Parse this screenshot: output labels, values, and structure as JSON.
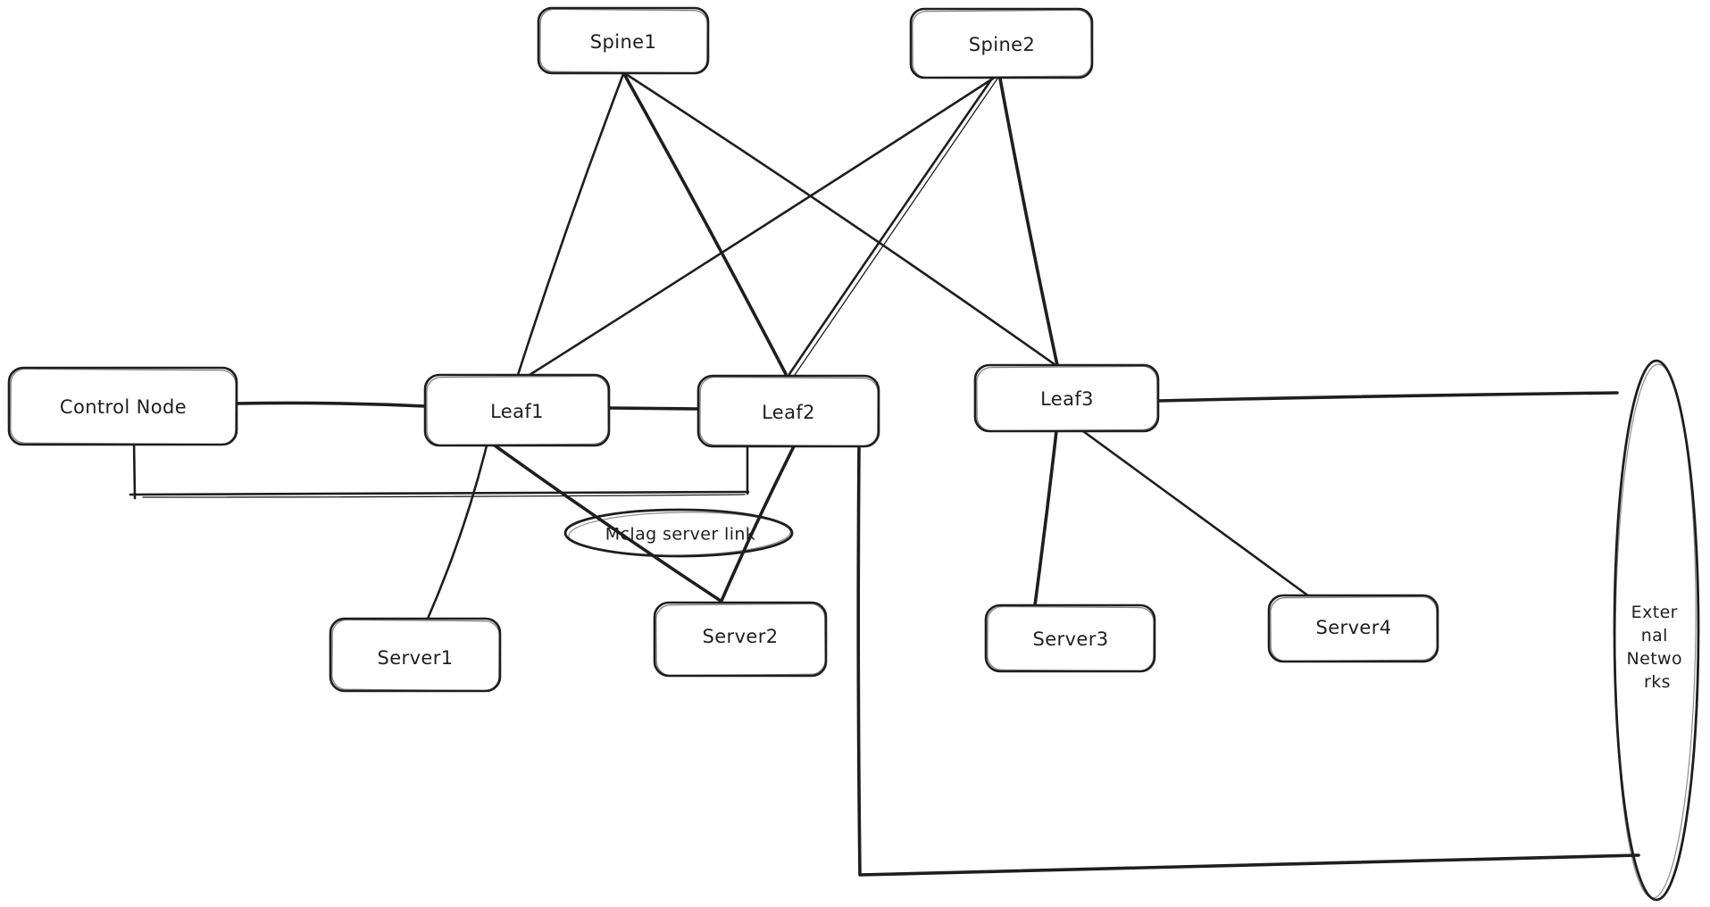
{
  "diagram": {
    "background_color": "#ffffff",
    "stroke_color": "#1e1e1e",
    "nodes": {
      "spine1": {
        "label": "Spine1",
        "shape": "rounded-rectangle"
      },
      "spine2": {
        "label": "Spine2",
        "shape": "rounded-rectangle"
      },
      "control_node": {
        "label": "Control Node",
        "shape": "rounded-rectangle"
      },
      "leaf1": {
        "label": "Leaf1",
        "shape": "rounded-rectangle"
      },
      "leaf2": {
        "label": "Leaf2",
        "shape": "rounded-rectangle"
      },
      "leaf3": {
        "label": "Leaf3",
        "shape": "rounded-rectangle"
      },
      "server1": {
        "label": "Server1",
        "shape": "rounded-rectangle"
      },
      "server2": {
        "label": "Server2",
        "shape": "rounded-rectangle"
      },
      "server3": {
        "label": "Server3",
        "shape": "rounded-rectangle"
      },
      "server4": {
        "label": "Server4",
        "shape": "rounded-rectangle"
      },
      "mclag": {
        "label": "Mclag server link",
        "shape": "ellipse"
      },
      "external": {
        "label": "External Networks",
        "shape": "ellipse",
        "lines": [
          "Exter",
          "nal",
          "Netwo",
          "rks"
        ]
      }
    },
    "edges": [
      {
        "from": "Spine1",
        "to": "Leaf1",
        "style": "straight"
      },
      {
        "from": "Spine1",
        "to": "Leaf2",
        "style": "straight"
      },
      {
        "from": "Spine1",
        "to": "Leaf3",
        "style": "straight"
      },
      {
        "from": "Spine2",
        "to": "Leaf1",
        "style": "straight"
      },
      {
        "from": "Spine2",
        "to": "Leaf2",
        "style": "straight-double-stroke"
      },
      {
        "from": "Spine2",
        "to": "Leaf3",
        "style": "straight"
      },
      {
        "from": "Control Node",
        "to": "Leaf1",
        "style": "straight-horizontal"
      },
      {
        "from": "Leaf1",
        "to": "Leaf2",
        "style": "straight-horizontal"
      },
      {
        "from": "Control Node",
        "to": "Leaf2",
        "style": "orthogonal-below"
      },
      {
        "from": "Leaf1",
        "to": "Server1",
        "style": "straight"
      },
      {
        "from": "Leaf1",
        "to": "Server2",
        "style": "straight",
        "annotation": "Mclag server link"
      },
      {
        "from": "Leaf2",
        "to": "Server2",
        "style": "straight",
        "annotation": "Mclag server link"
      },
      {
        "from": "Leaf3",
        "to": "Server3",
        "style": "straight"
      },
      {
        "from": "Leaf3",
        "to": "Server4",
        "style": "straight"
      },
      {
        "from": "Leaf3",
        "to": "External Networks",
        "style": "straight-horizontal"
      },
      {
        "from": "Leaf2",
        "to": "External Networks",
        "style": "orthogonal-below"
      }
    ]
  }
}
